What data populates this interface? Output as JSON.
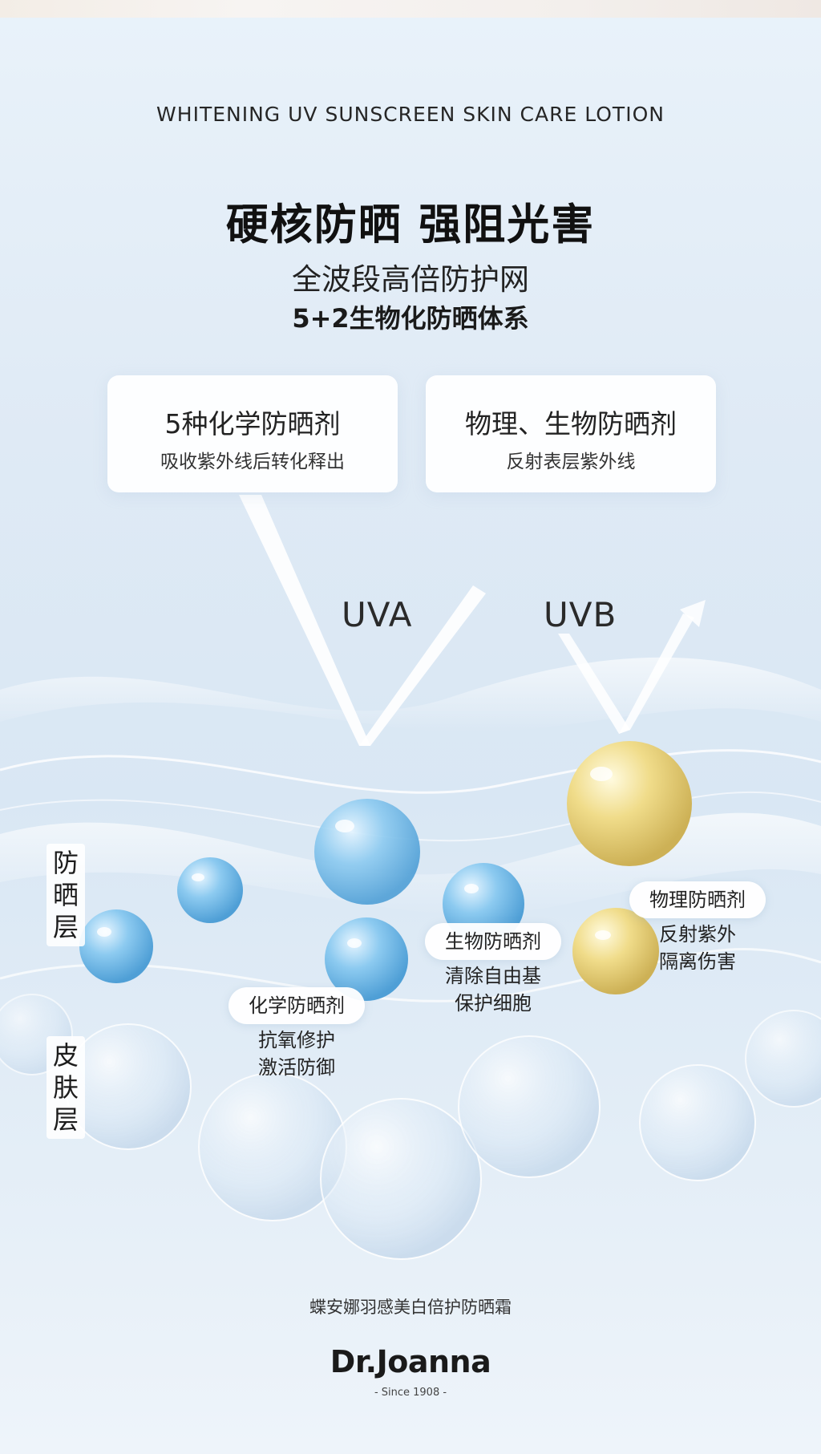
{
  "heading": {
    "en_title": "WHITENING UV SUNSCREEN SKIN CARE LOTION",
    "headline": "硬核防晒 强阻光害",
    "subtitle": "全波段高倍防护网",
    "subtitle_bold": "5+2生物化防晒体系"
  },
  "cards": [
    {
      "title": "5种化学防晒剂",
      "desc": "吸收紫外线后转化释出"
    },
    {
      "title": "物理、生物防晒剂",
      "desc": "反射表层紫外线"
    }
  ],
  "rays": {
    "uva": "UVA",
    "uvb": "UVB"
  },
  "layers": {
    "protect": "防晒层",
    "skin": "皮肤层"
  },
  "callouts": {
    "chemical": {
      "label": "化学防晒剂",
      "line1": "抗氧修护",
      "line2": "激活防御"
    },
    "biological": {
      "label": "生物防晒剂",
      "line1": "清除自由基",
      "line2": "保护细胞"
    },
    "physical": {
      "label": "物理防晒剂",
      "line1": "反射紫外",
      "line2": "隔离伤害"
    }
  },
  "footer": {
    "product": "蝶安娜羽感美白倍护防晒霜",
    "brand": "Dr.Joanna",
    "since": "- Since 1908 -"
  },
  "colors": {
    "background": "#dfeaf5",
    "blue_droplet": "#6fb4e4",
    "gold_droplet": "#e8d27a",
    "text": "#222222"
  }
}
